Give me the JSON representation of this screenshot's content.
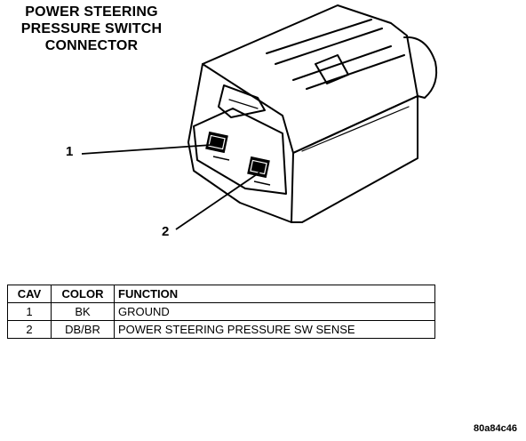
{
  "title": {
    "line1": "POWER STEERING",
    "line2": "PRESSURE SWITCH",
    "line3": "CONNECTOR"
  },
  "callouts": {
    "one": "1",
    "two": "2"
  },
  "table": {
    "headers": {
      "cav": "CAV",
      "color": "COLOR",
      "function": "FUNCTION"
    },
    "rows": [
      {
        "cav": "1",
        "color": "BK",
        "function": "GROUND"
      },
      {
        "cav": "2",
        "color": "DB/BR",
        "function": "POWER STEERING PRESSURE SW SENSE"
      }
    ]
  },
  "figure_code": "80a84c46"
}
